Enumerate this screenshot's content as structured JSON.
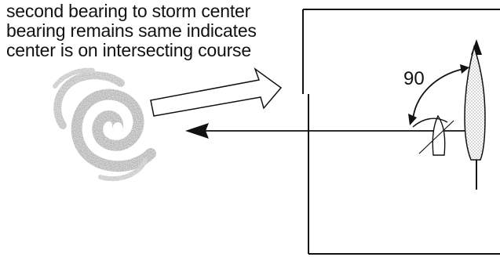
{
  "caption": {
    "lines": [
      "second bearing to storm center",
      "bearing remains same indicates",
      "center is on intersecting course"
    ]
  },
  "angle_label": "90",
  "colors": {
    "ink": "#111111",
    "storm_gray": "#8a8a8a",
    "hull_stipple": "#9a9a9a",
    "background": "#ffffff"
  },
  "icons": {
    "storm": "hurricane-spiral-icon",
    "ship": "ship-hull-icon",
    "boat": "small-boat-icon",
    "bearing_arrow": "arrow-left-icon",
    "movement_arrow": "hollow-arrow-right-icon",
    "angle_arc": "double-headed-arc-icon"
  }
}
